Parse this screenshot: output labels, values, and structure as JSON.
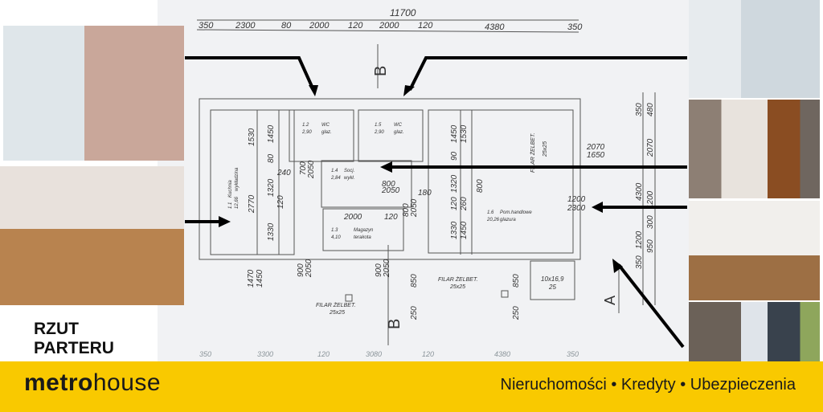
{
  "plan": {
    "total_width": "11700",
    "top_dims": [
      "350",
      "2300",
      "80",
      "2000",
      "120",
      "2000",
      "120",
      "4380",
      "350"
    ],
    "bottom_dims": [
      "350",
      "3300",
      "120",
      "3080",
      "120",
      "4380",
      "350"
    ],
    "rooms": [
      {
        "id": "1.1",
        "name": "Kuchnia",
        "area": "12,66",
        "floor": "wykładzina"
      },
      {
        "id": "1.2",
        "name": "WC",
        "area": "2,90",
        "floor": "glaz."
      },
      {
        "id": "1.5",
        "name": "WC",
        "area": "2,90",
        "floor": "glaz."
      },
      {
        "id": "1.4",
        "name": "Socj.",
        "area": "2,84",
        "floor": "wykł."
      },
      {
        "id": "1.3",
        "name": "Magazyn",
        "area": "4,10",
        "floor": "terakota"
      },
      {
        "id": "1.6",
        "name": "Pom.handlowe",
        "area": "20,26",
        "floor": "glazura"
      }
    ],
    "inner_dims": [
      "1530",
      "1450",
      "80",
      "1320",
      "2770",
      "120",
      "1330",
      "240",
      "700",
      "2050",
      "800",
      "2050",
      "180",
      "2000",
      "120",
      "800",
      "2050",
      "1450",
      "1530",
      "90",
      "1320",
      "120",
      "260",
      "1450",
      "1330",
      "800",
      "2070",
      "1650",
      "1200",
      "2300",
      "900",
      "2050",
      "900",
      "2050",
      "1470",
      "1450",
      "850",
      "250",
      "850",
      "250",
      "10x16,9",
      "25"
    ],
    "right_dims": [
      "350",
      "480",
      "2070",
      "4300",
      "1200",
      "300",
      "950",
      "1200",
      "350"
    ],
    "labels": {
      "filar1": "FILAR ŻELBET.",
      "filar1_size": "25x25",
      "filar2": "FILAR ŻELBET.",
      "filar2_size": "25x25",
      "filar3": "FILAR ŻELBET.",
      "filar3_size": "25x25",
      "section_b": "B",
      "section_a": "A"
    }
  },
  "caption": {
    "line1": "RZUT",
    "line2": "PARTERU"
  },
  "footer": {
    "logo_bold": "metro",
    "logo_light": "house",
    "tagline": "Nieruchomości • Kredyty • Ubezpieczenia",
    "color": "#f9c900"
  }
}
